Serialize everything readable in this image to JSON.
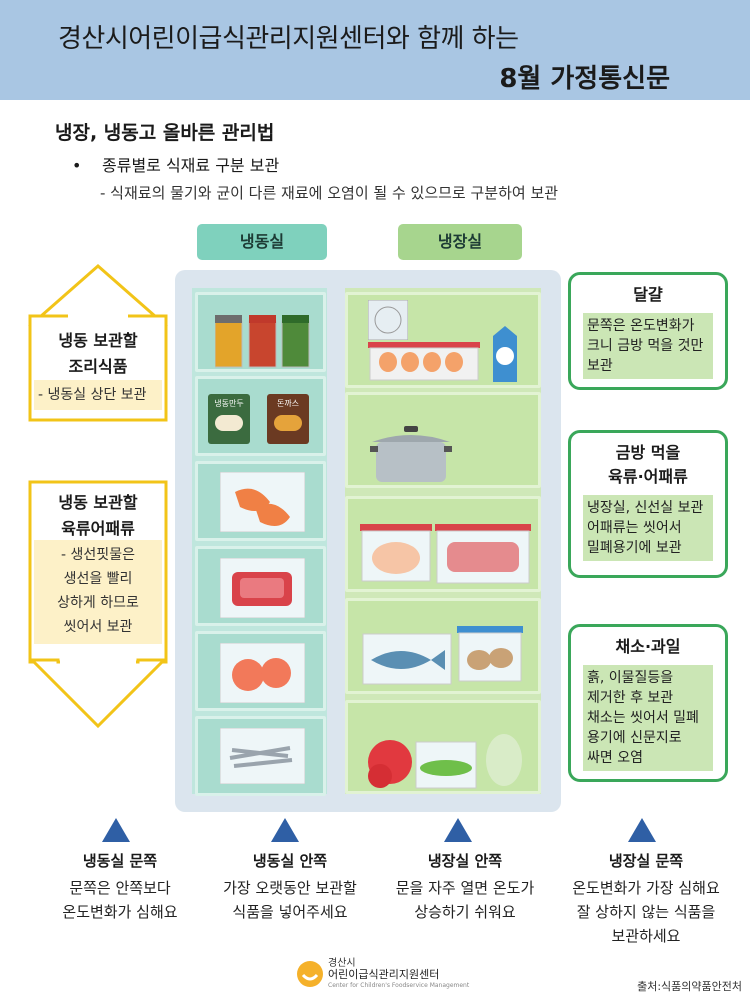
{
  "header": {
    "line1": "경산시어린이급식관리지원센터와 함께 하는",
    "line2": "8월 가정통신문"
  },
  "section": {
    "title": "냉장, 냉동고 올바른 관리법",
    "bullet": "종류별로 식재료 구분 보관",
    "bullet_mark": "•",
    "sub": "- 식재료의 물기와 균이 다른 재료에 오염이 될 수 있으므로 구분하여 보관"
  },
  "tabs": {
    "freezer": "냉동실",
    "fridge": "냉장실"
  },
  "left": {
    "top_title_1": "냉동 보관할",
    "top_title_2": "조리식품",
    "top_note": "- 냉동실 상단 보관",
    "bottom_title_1": "냉동 보관할",
    "bottom_title_2": "육류어패류",
    "bottom_note": [
      "-   생선핏물은",
      "생선을 빨리",
      "상하게 하므로",
      "씻어서 보관"
    ]
  },
  "cards": [
    {
      "title": [
        "달걀"
      ],
      "body": [
        "문쪽은 온도변화가",
        "크니 금방 먹을 것만",
        "보관"
      ]
    },
    {
      "title": [
        "금방 먹을",
        "육류·어패류"
      ],
      "body": [
        "냉장실, 신선실 보관",
        "어패류는 씻어서",
        "밀폐용기에 보관"
      ]
    },
    {
      "title": [
        "채소·과일"
      ],
      "body": [
        "흙, 이물질등을",
        "제거한 후 보관",
        "채소는 씻어서 밀폐",
        "용기에 신문지로",
        "싸면 오염"
      ]
    }
  ],
  "fridge_labels": {
    "pack1": "냉동만두",
    "pack2": "돈까스"
  },
  "bottom": [
    {
      "title": "냉동실 문쪽",
      "text": [
        "문쪽은 안쪽보다",
        "온도변화가 심해요"
      ]
    },
    {
      "title": "냉동실 안쪽",
      "text": [
        "가장 오랫동안 보관할",
        "식품을 넣어주세요"
      ]
    },
    {
      "title": "냉장실 안쪽",
      "text": [
        "문을 자주 열면 온도가",
        "상승하기 쉬워요"
      ]
    },
    {
      "title": "냉장실 문쪽",
      "text": [
        "온도변화가 가장 심해요",
        "잘 상하지 않는 식품을",
        "보관하세요"
      ]
    }
  ],
  "footer": {
    "logo_line1": "경산시",
    "logo_line2": "어린이급식관리지원센터",
    "logo_line3": "Center for Children's Foodservice Management",
    "source": "출처:식품의약품안전처"
  },
  "colors": {
    "header_bg": "#a9c6e3",
    "freezer_tab": "#7fd1bd",
    "fridge_tab": "#a7d58e",
    "arrow_yellow": "#f2c418",
    "card_green": "#3aa75a",
    "triangle_blue": "#2f5fa5"
  }
}
